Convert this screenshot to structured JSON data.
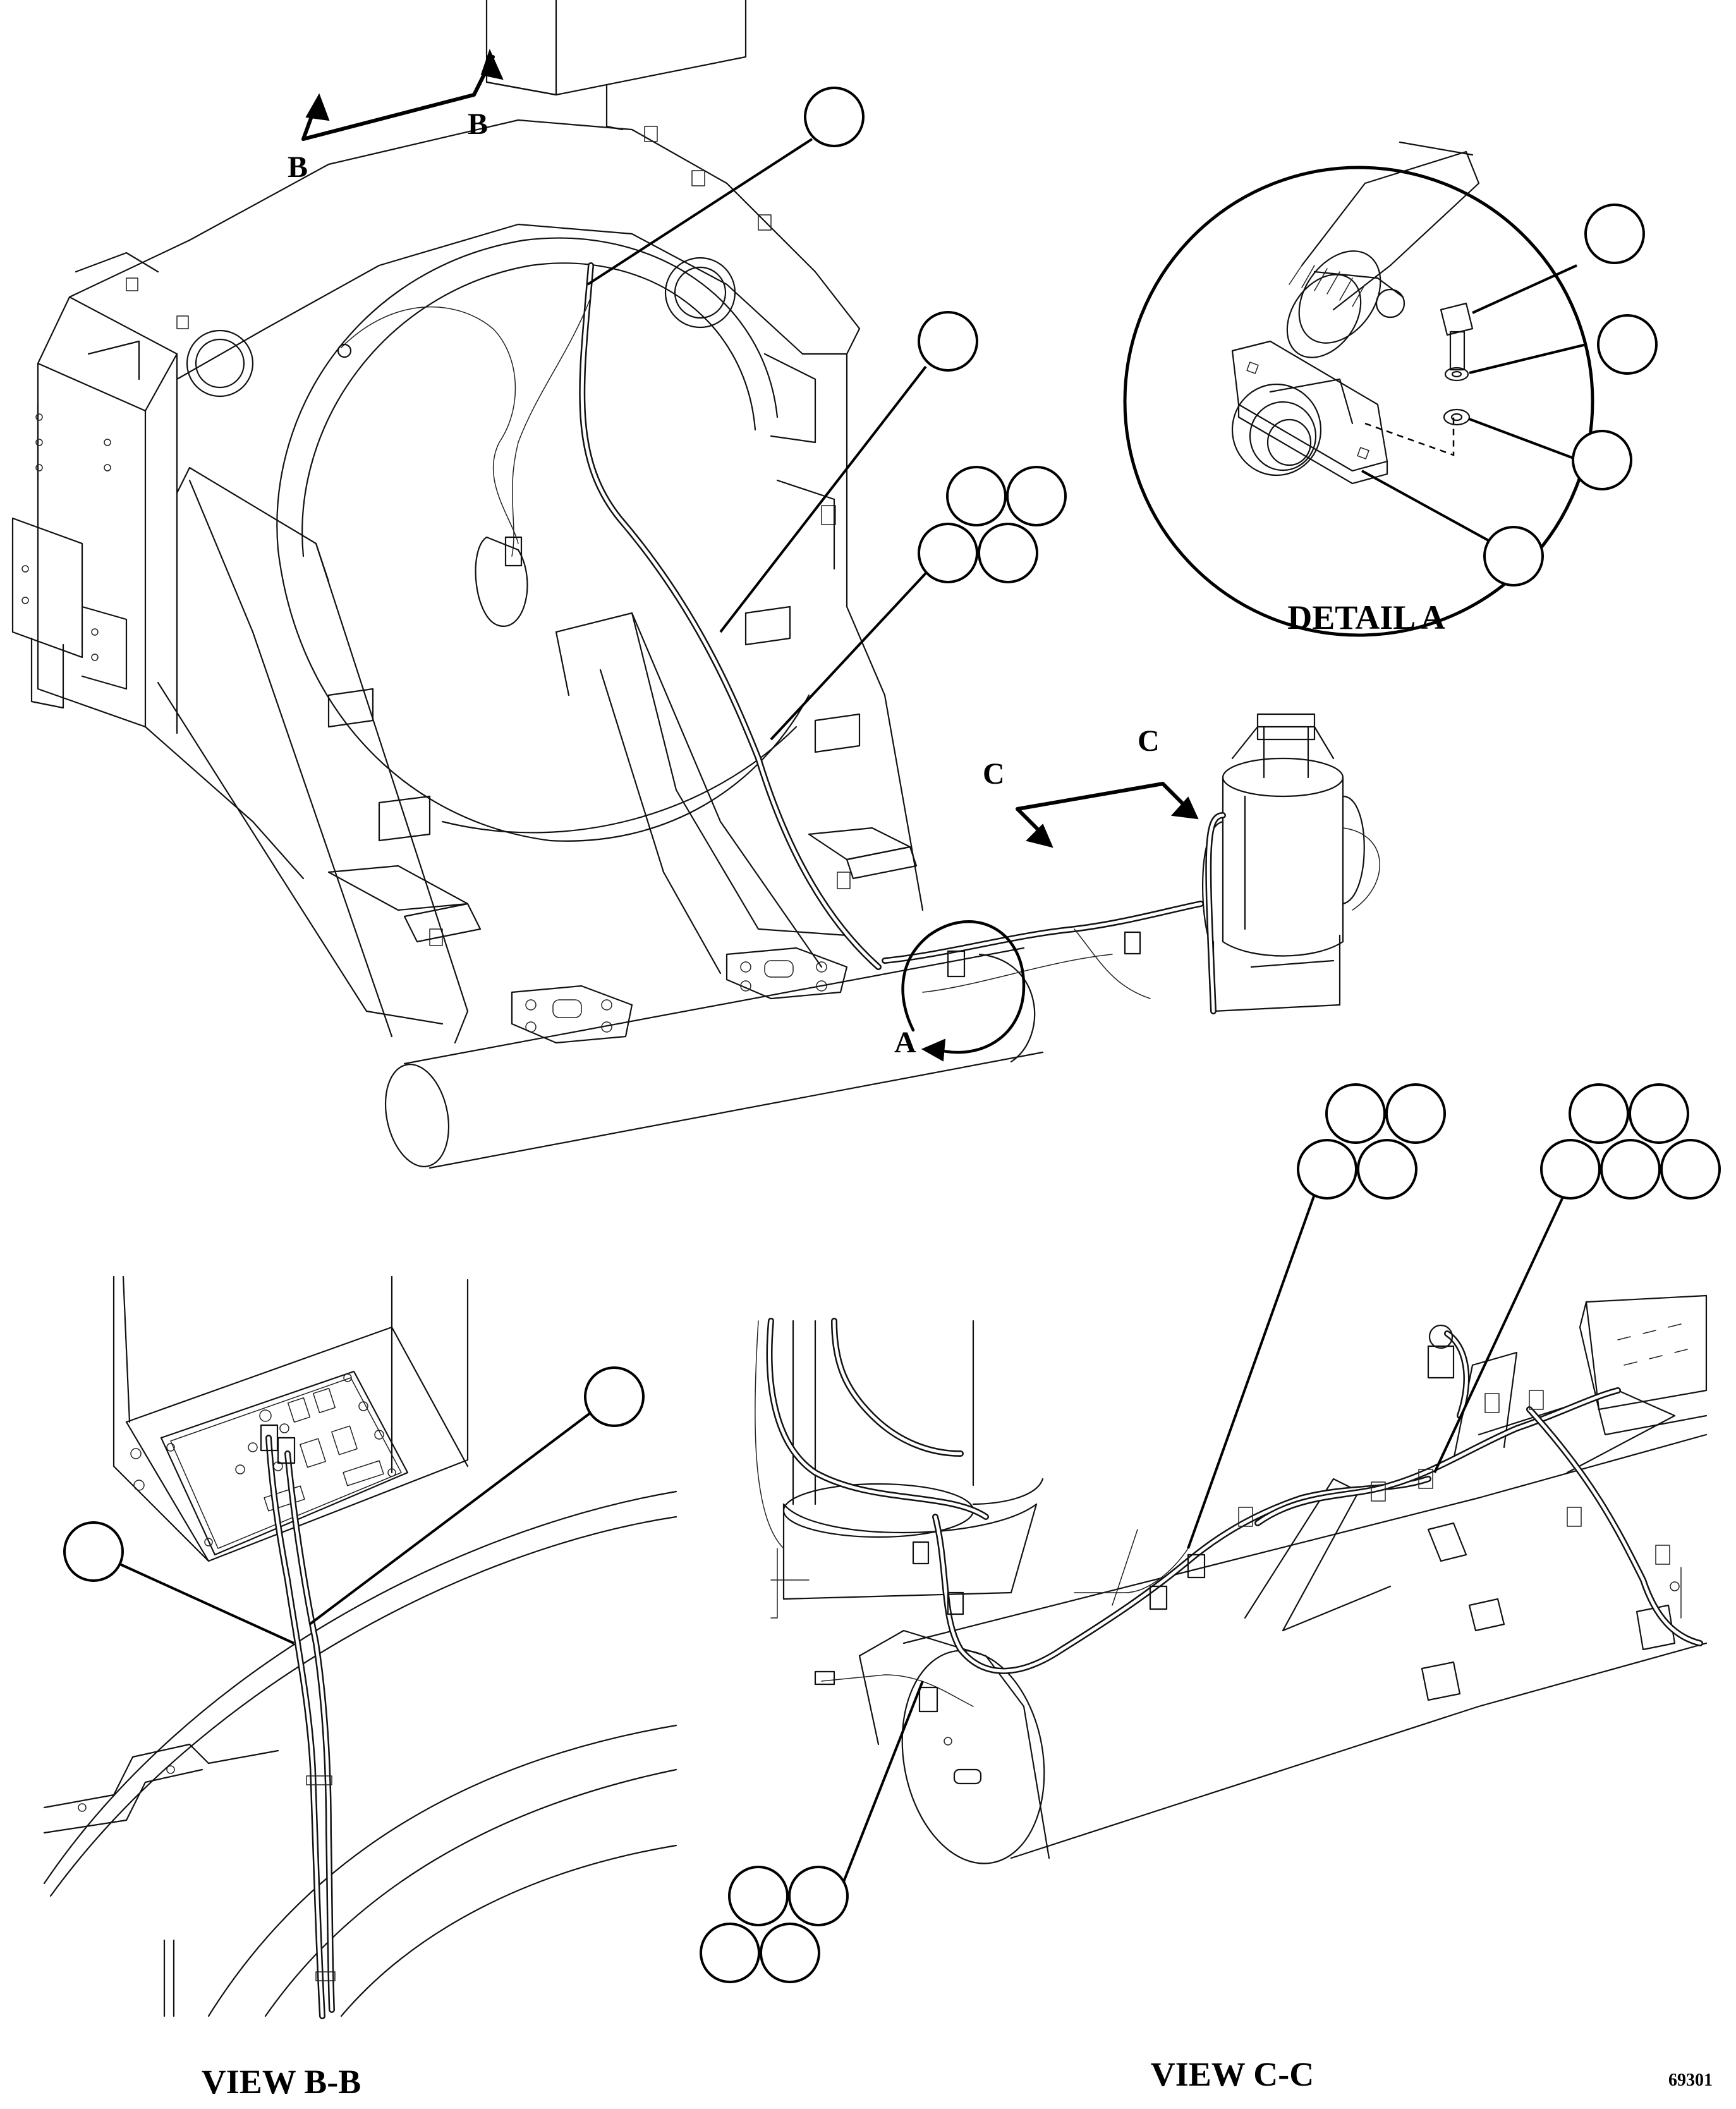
{
  "labels": {
    "detail_a_title": "DETAIL A",
    "view_bb_title": "VIEW B-B",
    "view_cc_title": "VIEW C-C",
    "figure_number": "69301"
  },
  "section_markers": {
    "b_left": "B",
    "b_right": "B",
    "c_left": "C",
    "c_right": "C",
    "detail_a": "A"
  }
}
